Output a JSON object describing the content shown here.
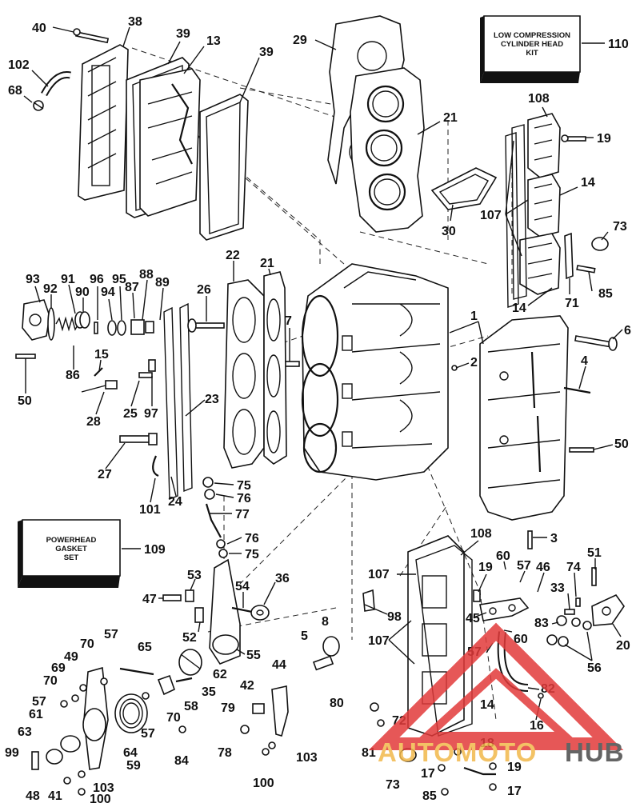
{
  "kits": {
    "low_compression": [
      "LOW COMPRESSION",
      "CYLINDER HEAD",
      "KIT"
    ],
    "low_compression_ref": "110",
    "powerhead_gasket": [
      "POWERHEAD",
      "GASKET",
      "SET"
    ],
    "powerhead_gasket_ref": "109"
  },
  "watermark": {
    "part1": "AUTOMOTO",
    "part2": "HUB",
    "color1": "#f2b84b",
    "color2": "#4a4a4a",
    "logo_color": "#e23a3a"
  },
  "callouts": [
    "40",
    "38",
    "39",
    "13",
    "39",
    "102",
    "68",
    "29",
    "21",
    "30",
    "110",
    "108",
    "19",
    "14",
    "107",
    "73",
    "85",
    "71",
    "14",
    "93",
    "92",
    "91",
    "90",
    "96",
    "94",
    "95",
    "88",
    "87",
    "89",
    "26",
    "22",
    "21",
    "7",
    "1",
    "2",
    "6",
    "4",
    "50",
    "3",
    "15",
    "86",
    "50",
    "28",
    "25",
    "97",
    "23",
    "27",
    "101",
    "24",
    "75",
    "76",
    "77",
    "76",
    "75",
    "109",
    "53",
    "47",
    "52",
    "54",
    "36",
    "55",
    "108",
    "107",
    "19",
    "60",
    "57",
    "46",
    "74",
    "51",
    "33",
    "20",
    "83",
    "56",
    "98",
    "45",
    "60",
    "107",
    "57",
    "82",
    "16",
    "5",
    "8",
    "70",
    "57",
    "65",
    "49",
    "69",
    "70",
    "57",
    "61",
    "63",
    "99",
    "48",
    "41",
    "103",
    "100",
    "64",
    "59",
    "62",
    "35",
    "58",
    "70",
    "57",
    "84",
    "42",
    "44",
    "79",
    "78",
    "100",
    "103",
    "80",
    "81",
    "72",
    "14",
    "18",
    "73",
    "17",
    "19",
    "85",
    "17"
  ]
}
